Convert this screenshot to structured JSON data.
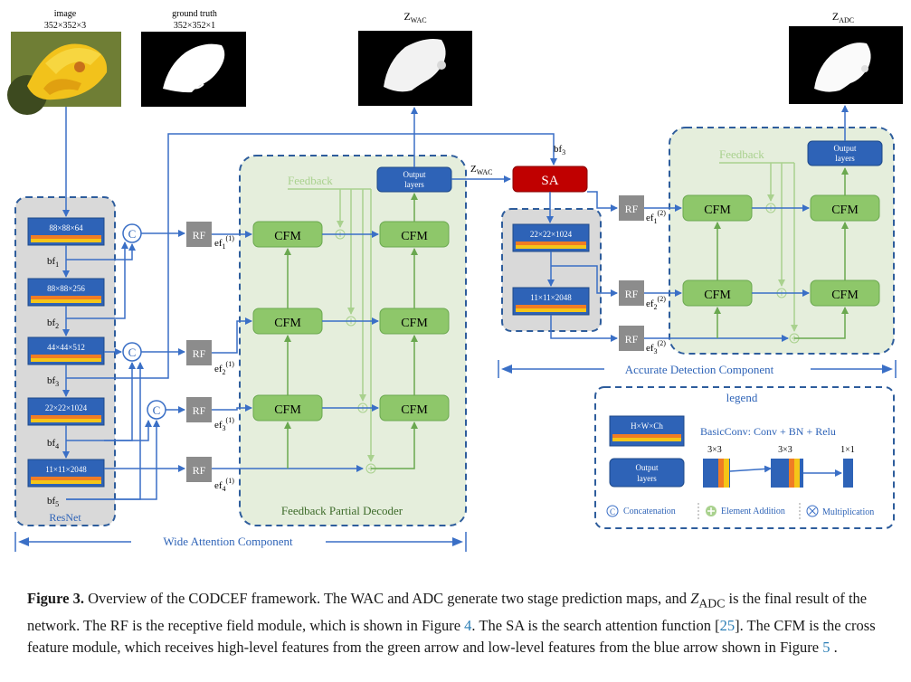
{
  "images": {
    "input_label": "image",
    "input_dims": "352×352×3",
    "gt_label": "ground truth",
    "gt_dims": "352×352×1",
    "zwac_label": "Z",
    "zwac_sub": "WAC",
    "zadc_label": "Z",
    "zadc_sub": "ADC"
  },
  "resnet": {
    "name": "ResNet",
    "blocks": [
      "88×88×64",
      "88×88×256",
      "44×44×512",
      "22×22×1024",
      "11×11×2048"
    ],
    "bf": [
      "bf",
      "bf",
      "bf",
      "bf",
      "bf"
    ],
    "bf_sub": [
      "1",
      "2",
      "3",
      "4",
      "5"
    ]
  },
  "concat_symbol": "C",
  "rf_label": "RF",
  "cfm_label": "CFM",
  "sa_label": "SA",
  "feedback_label": "Feedback",
  "output_layers_label": [
    "Output",
    "layers"
  ],
  "ef": {
    "base": "ef",
    "subs": [
      "1",
      "2",
      "3",
      "4",
      "1",
      "2",
      "3"
    ],
    "sups": [
      "(1)",
      "(1)",
      "(1)",
      "(1)",
      "(2)",
      "(2)",
      "(2)"
    ]
  },
  "fpd_label": "Feedback Partial Decoder",
  "wac_label": "Wide Attention Component",
  "adc_label": "Accurate Detection Component",
  "adc_blocks": [
    "22×22×1024",
    "11×11×2048"
  ],
  "bf3_label": "bf",
  "bf3_sub": "3",
  "zwac_arrow_label": "Z",
  "zwac_arrow_sub": "WAC",
  "legend": {
    "title": "legend",
    "block_dims": "H×W×Ch",
    "basicconv": "BasicConv: Conv + BN + Relu",
    "kernels": [
      "3×3",
      "3×3",
      "1×1"
    ],
    "output_layers": [
      "Output",
      "layers"
    ],
    "concat_symbol": "C",
    "concatenation": "Concatenation",
    "element_addition": "Element Addition",
    "multiplication": "Multiplication"
  },
  "caption": {
    "figure_label": "Figure 3.",
    "text_1": " Overview of the CODCEF framework. The WAC and ADC generate two stage prediction maps, and ",
    "z_var": "Z",
    "z_sub": "ADC",
    "text_2": " is the final result of the network. The RF is the receptive field module, which is shown in Figure ",
    "ref_fig4": "4",
    "text_3": ". The SA is the search attention function [",
    "ref_25": "25",
    "text_4": "]. The CFM is the cross feature module, which receives high-level features from the green arrow and low-level features from the blue arrow shown in Figure ",
    "ref_fig5": "5",
    "text_5": " ."
  },
  "colors": {
    "blue_box": "#2e63b7",
    "blue_line": "#3a6fc6",
    "green_box": "#8ec76a",
    "green_line": "#6aa84f",
    "light_green_line": "#a9d18e",
    "region_green": "#e5eedc",
    "region_gray": "#d9d9d9",
    "rf_gray": "#8c8c8c",
    "sa_red": "#c00000",
    "orange_band": "#f07c24",
    "yellow_band": "#f5c518"
  }
}
